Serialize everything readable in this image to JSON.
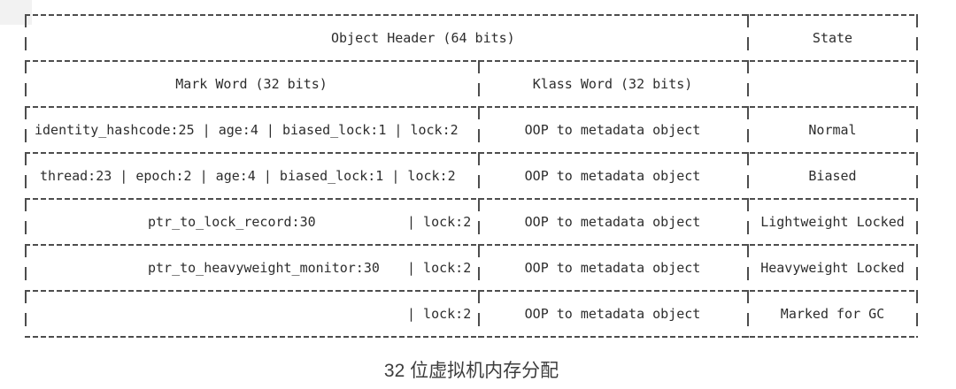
{
  "figure": {
    "caption": "32 位虚拟机内存分配"
  },
  "table": {
    "header": {
      "object_header": "Object Header (64 bits)",
      "state": "State"
    },
    "subheader": {
      "mark_word": "Mark Word (32 bits)",
      "klass_word": "Klass Word (32 bits)"
    },
    "rows": [
      {
        "mark_word": "identity_hashcode:25 | age:4 | biased_lock:1 | lock:2",
        "lock": "",
        "klass_word": "OOP to metadata object",
        "state": "Normal"
      },
      {
        "mark_word": "thread:23 | epoch:2 | age:4 | biased_lock:1 | lock:2",
        "lock": "",
        "klass_word": "OOP to metadata object",
        "state": "Biased"
      },
      {
        "mark_word": "ptr_to_lock_record:30",
        "lock": "| lock:2",
        "klass_word": "OOP to metadata object",
        "state": "Lightweight Locked"
      },
      {
        "mark_word": "ptr_to_heavyweight_monitor:30",
        "lock": "| lock:2",
        "klass_word": "OOP to metadata object",
        "state": "Heavyweight Locked"
      },
      {
        "mark_word": "",
        "lock": "| lock:2",
        "klass_word": "OOP to metadata object",
        "state": "Marked for GC"
      }
    ]
  }
}
